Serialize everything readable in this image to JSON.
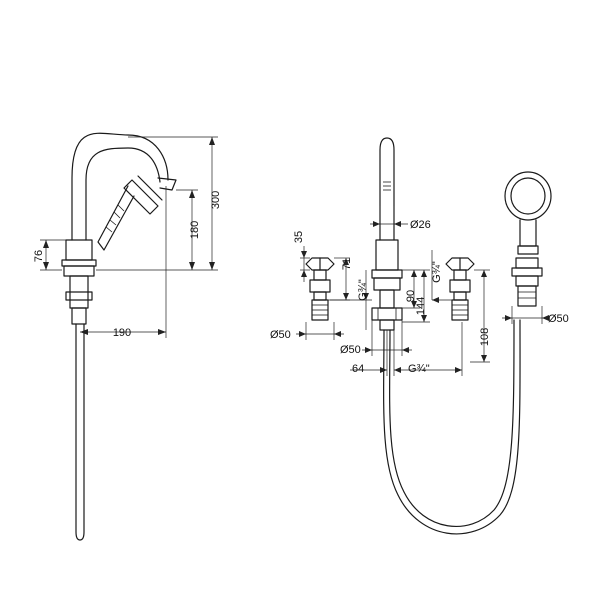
{
  "dimensions": {
    "side_height_total": "300",
    "side_spout_height": "180",
    "side_base_height": "76",
    "side_spout_reach": "190",
    "handle_height": "35",
    "handle_body_height": "71",
    "handle_thread": "G¾\"",
    "handle_diameter_left": "Ø50",
    "spout_diameter": "Ø26",
    "spout_base_height": "90",
    "spout_below_deck": "144",
    "spout_base_diameter": "Ø50",
    "spout_offset": "64",
    "spout_thread": "G¾\"",
    "right_handle_thread": "G¾\"",
    "handshower_holder_height": "108",
    "handshower_holder_diameter": "Ø50"
  }
}
